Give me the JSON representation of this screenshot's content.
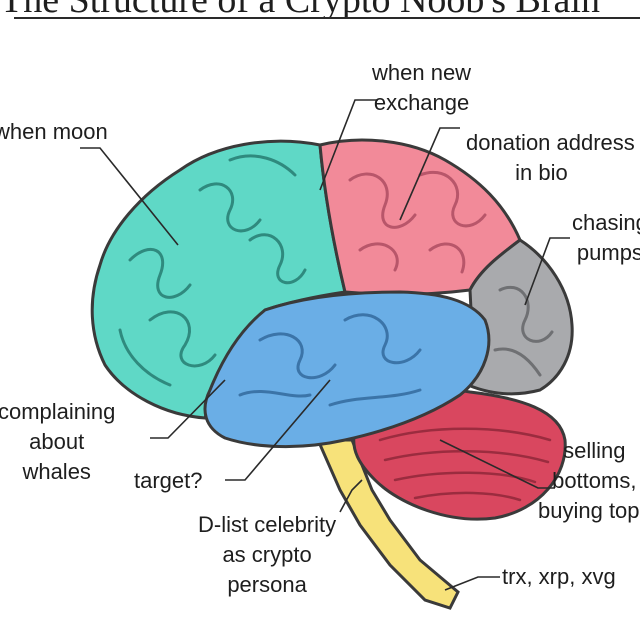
{
  "title": "The Structure of a Crypto Noob's Brain",
  "labels": {
    "when_new_exchange": [
      "when new",
      "exchange"
    ],
    "when_moon": "when moon",
    "donation_address": [
      "donation address",
      "in bio"
    ],
    "chasing_pumps": [
      "chasing",
      "pumps"
    ],
    "complaining_about_whales": [
      "complaining",
      "about",
      "whales"
    ],
    "target": "target?",
    "selling_bottoms": [
      "selling",
      "bottoms,",
      "buying tops"
    ],
    "dlist_celebrity": [
      "D-list celebrity",
      "as crypto",
      "persona"
    ],
    "trx_xrp_xvg": "trx, xrp, xvg"
  },
  "colors": {
    "frontal": "#5fd8c6",
    "parietal": "#f28a99",
    "occipital": "#a9aaad",
    "temporal": "#6aaee6",
    "cerebellum": "#d9475f",
    "brainstem": "#f7e27a",
    "outline": "#3a3a3a"
  }
}
